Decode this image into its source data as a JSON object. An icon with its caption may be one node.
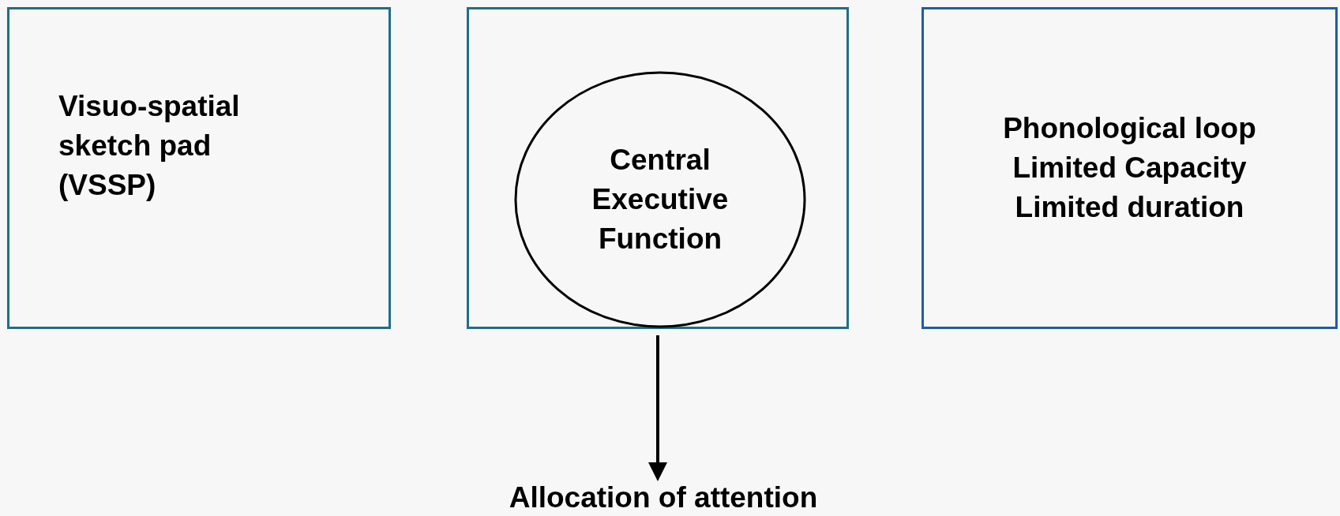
{
  "diagram": {
    "nodes": [
      {
        "text": [
          "Visuo-spatial sketch pad (VSSP)"
        ]
      },
      {
        "text": [],
        "shape": "box"
      },
      {
        "text": [
          "Central Executive Function"
        ],
        "in": 1
      },
      {
        "text": [
          "Phonological loop",
          "Limited Capacity",
          "Limited duration"
        ]
      },
      {
        "text": [
          "Allocation of attention"
        ]
      }
    ],
    "edges": [
      {
        "from": 1,
        "to": 4,
        "arrow": "to"
      }
    ]
  }
}
